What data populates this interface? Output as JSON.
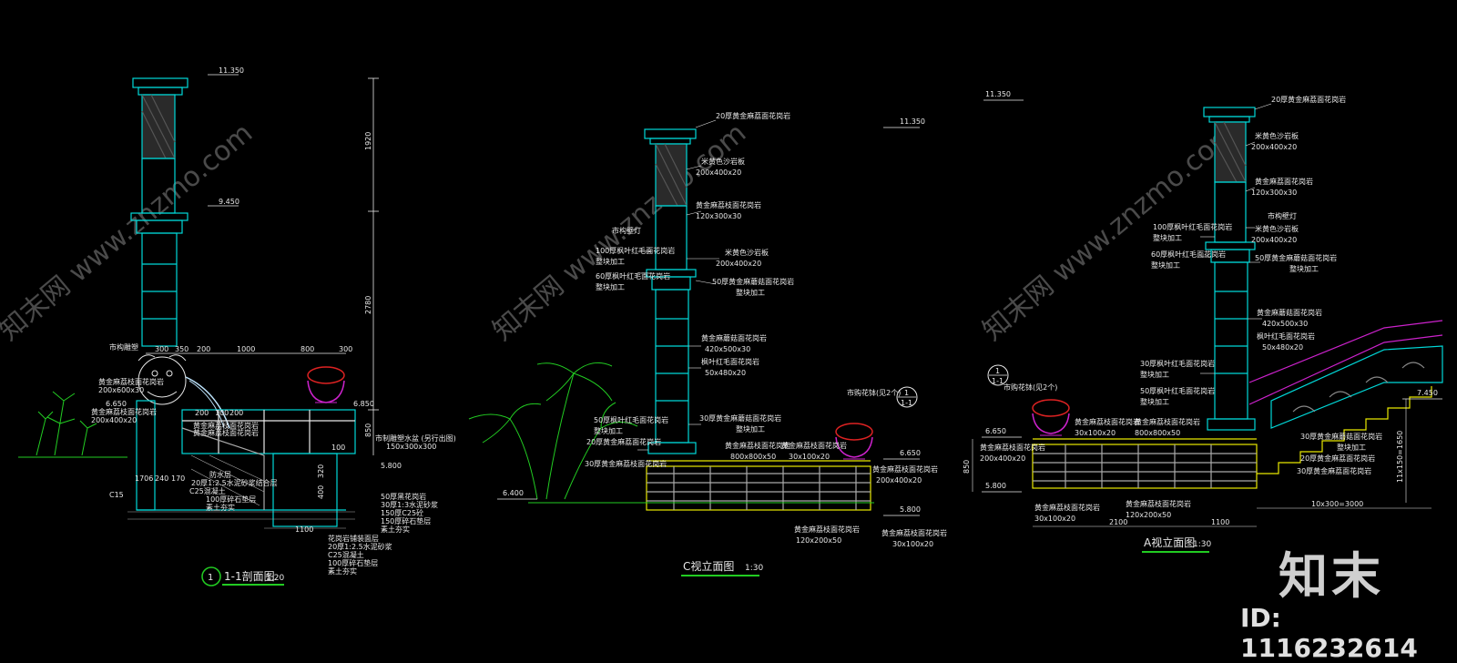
{
  "watermarks": [
    "知末网 www.znzmo.com",
    "知末网 www.znzmo.com",
    "知末网 www.znzmo.com"
  ],
  "brand_logo_text": "知末",
  "image_id": "ID: 1116232614",
  "section_view": {
    "title_number": "1",
    "title": "1-1剖面图",
    "scale": "1:20",
    "elevations": [
      "11.350",
      "9.450",
      "6.650",
      "6.850",
      "5.800"
    ],
    "dim_vertical": [
      "1920",
      "2780",
      "850",
      "320",
      "400"
    ],
    "dim_horizontal": [
      "300",
      "350",
      "200",
      "1000",
      "800",
      "300",
      "200",
      "100",
      "200",
      "100",
      "1100"
    ],
    "labels": [
      "市构雕塑",
      "黄金麻荔枝面花岗岩",
      "200x600x30",
      "黄金麻荔枝面花岗岩",
      "200x400x20",
      "黄金麻荔枝面花岗岩",
      "黄金麻荔枝面花岗岩",
      "市制雕塑水盆 (另行出图)",
      "150x300x300",
      "防水层",
      "20厚1:2.5水泥砂浆结合层",
      "C25混凝土",
      "100厚碎石垫层",
      "素土夯实",
      "50厚黑花岗岩",
      "30厚1:3水泥砂浆",
      "150厚C25砼",
      "150厚碎石垫层",
      "素土夯实",
      "花岗岩铺装面层",
      "20厚1:2.5水泥砂浆",
      "C25混凝土",
      "100厚碎石垫层",
      "素土夯实",
      "1706",
      "240",
      "170",
      "C15"
    ]
  },
  "c_elevation": {
    "title": "C视立面图",
    "scale": "1:30",
    "elevations": [
      "11.350",
      "6.650",
      "6.400",
      "5.800"
    ],
    "ref_symbol": "1",
    "ref_sub": "1-1",
    "labels": [
      "20厚黄金麻荔面花岗岩",
      "米黄色沙岩板",
      "200x400x20",
      "黄金麻荔枝面花岗岩",
      "120x300x30",
      "市构壁灯",
      "100厚枫叶红毛面花岗岩",
      "整块加工",
      "米黄色沙岩板",
      "200x400x20",
      "60厚枫叶红毛面花岗岩",
      "整块加工",
      "50厚黄金麻蘑菇面花岗岩",
      "整块加工",
      "20厚黄金麻荔面花岗岩",
      "30厚黄金麻荔枝面花岗岩",
      "黄金麻蘑菇面花岗岩",
      "420x500x30",
      "枫叶红毛面花岗岩",
      "50x480x20",
      "50厚枫叶红毛面花岗岩",
      "整块加工",
      "30厚黄金麻蘑菇面花岗岩",
      "整块加工",
      "黄金麻荔枝面花岗岩",
      "800x800x50",
      "黄金麻荔枝面花岗岩",
      "30x100x20",
      "市购花钵(见2个)",
      "黄金麻荔枝面花岗岩",
      "200x400x20",
      "黄金麻荔枝面花岗岩",
      "120x200x50",
      "黄金麻荔枝面花岗岩",
      "30x100x20"
    ]
  },
  "a_elevation": {
    "title": "A视立面图",
    "scale": "1:30",
    "elevations": [
      "11.350",
      "6.650",
      "5.800",
      "7.450"
    ],
    "ref_symbol": "1",
    "ref_sub": "1-1",
    "dims": [
      "850",
      "10x300=3000",
      "1100",
      "2100",
      "11x150=1650"
    ],
    "labels": [
      "20厚黄金麻荔面花岗岩",
      "米黄色沙岩板",
      "200x400x20",
      "黄金麻荔面花岗岩",
      "120x300x30",
      "市构壁灯",
      "100厚枫叶红毛面花岗岩",
      "整块加工",
      "米黄色沙岩板",
      "200x400x20",
      "60厚枫叶红毛面花岗岩",
      "整块加工",
      "50厚黄金麻蘑菇面花岗岩",
      "整块加工",
      "黄金麻蘑菇面花岗岩",
      "420x500x30",
      "枫叶红毛面花岗岩",
      "50x480x20",
      "30厚枫叶红毛面花岗岩",
      "整块加工",
      "50厚枫叶红毛面花岗岩",
      "整块加工",
      "市购花钵(见2个)",
      "黄金麻荔枝面花岗岩",
      "30x100x20",
      "黄金麻荔枝面花岗岩",
      "800x800x50",
      "黄金麻荔枝面花岗岩",
      "200x400x20",
      "30厚黄金麻蘑菇面花岗岩",
      "整块加工",
      "20厚黄金麻荔面花岗岩",
      "30厚黄金麻荔面花岗岩",
      "黄金麻荔枝面花岗岩",
      "30x100x20",
      "黄金麻荔枝面花岗岩",
      "120x200x50"
    ]
  },
  "colors": {
    "background": "#000000",
    "cyan": "#00d8d8",
    "yellow": "#e8e800",
    "green": "#22cc22",
    "magenta": "#cc22cc",
    "white": "#e8e8e8",
    "red": "#dd2222"
  }
}
